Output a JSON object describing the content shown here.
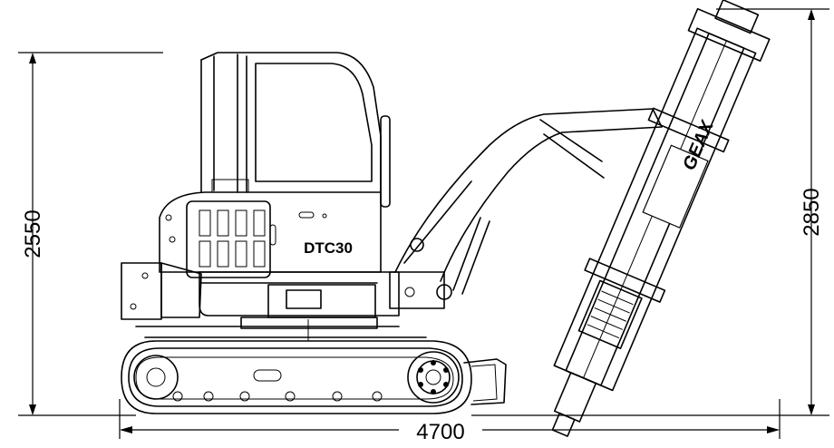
{
  "dimensions": {
    "height_left": "2550",
    "height_right": "2850",
    "length_bottom": "4700"
  },
  "machine": {
    "model_label": "DTC30",
    "brand_label": "GEAX"
  }
}
